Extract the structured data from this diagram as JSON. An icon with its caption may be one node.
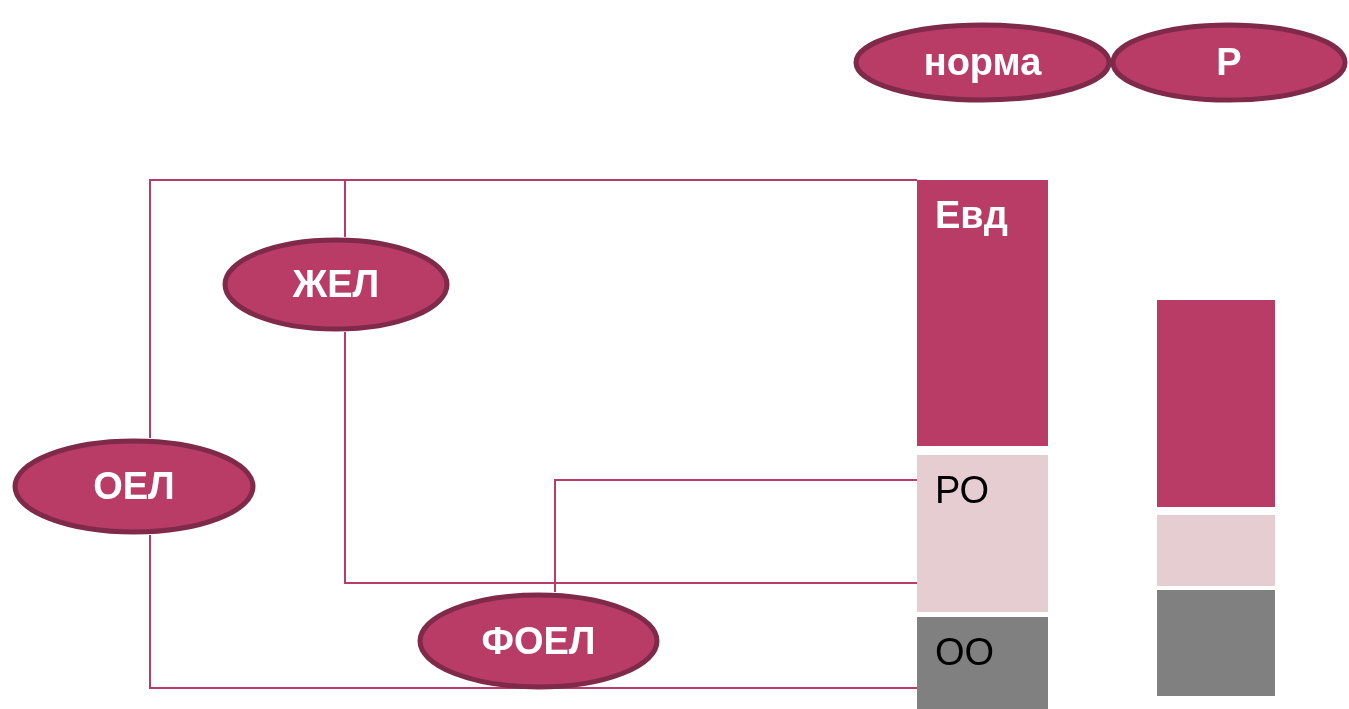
{
  "diagram": {
    "nodes": [
      {
        "text": [
          "норма"
        ]
      },
      {
        "text": [
          "Р"
        ]
      },
      {
        "text": [
          "Евд"
        ]
      },
      {
        "text": [
          "ЖЕЛ"
        ]
      },
      {
        "text": [],
        "shape": "bar"
      },
      {
        "text": [
          "ОЕЛ"
        ]
      },
      {
        "text": [
          "РО"
        ]
      },
      {
        "text": [],
        "shape": "bar"
      },
      {
        "text": [],
        "shape": "bar"
      },
      {
        "text": [
          "ФОЕЛ"
        ]
      },
      {
        "text": [
          "ОО"
        ]
      }
    ],
    "edges": [
      {
        "from": 5,
        "to": 2,
        "arrow": "none"
      },
      {
        "from": 5,
        "to": 10,
        "arrow": "none"
      },
      {
        "from": 3,
        "to": 2,
        "arrow": "none"
      },
      {
        "from": 3,
        "to": 6,
        "arrow": "none"
      },
      {
        "from": 9,
        "to": 6,
        "arrow": "none"
      }
    ]
  }
}
